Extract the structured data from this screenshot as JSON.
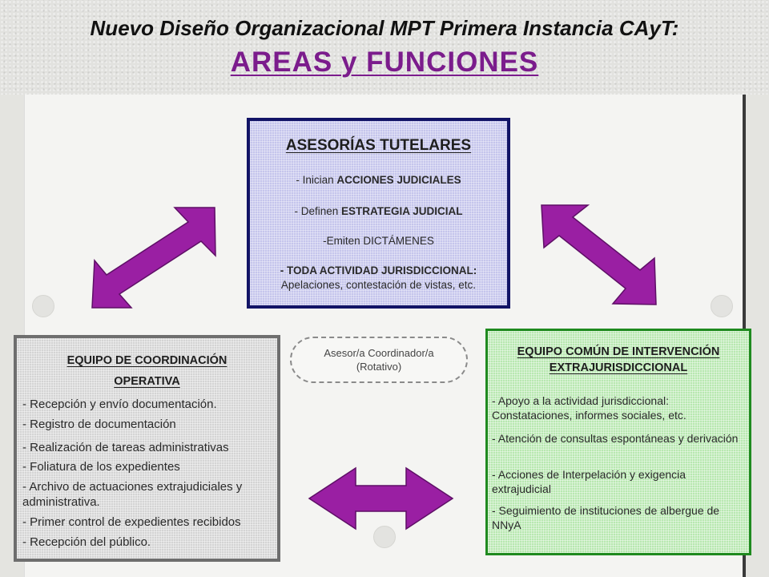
{
  "header": {
    "title": "Nuevo Diseño Organizacional MPT Primera Instancia CAyT:",
    "subtitle": "AREAS y FUNCIONES"
  },
  "asesorias": {
    "title": "ASESORÍAS TUTELARES",
    "line1_prefix": "- Inician ",
    "line1_bold": "ACCIONES JUDICIALES",
    "line2_prefix": "- Definen ",
    "line2_bold": "ESTRATEGIA JUDICIAL",
    "line3": "-Emiten DICTÁMENES",
    "line4_bold": "- TODA ACTIVIDAD JURISDICCIONAL:",
    "line5": "Apelaciones, contestación de vistas, etc."
  },
  "coordinacion": {
    "title_line1": "EQUIPO DE COORDINACIÓN",
    "title_line2": "OPERATIVA",
    "items": [
      "- Recepción y envío documentación.",
      "- Registro de documentación",
      "- Realización de tareas administrativas",
      "- Foliatura de los expedientes",
      "- Archivo de actuaciones extrajudiciales y administrativa.",
      "- Primer control de expedientes recibidos",
      "- Recepción del público."
    ]
  },
  "coordinador": {
    "line1": "Asesor/a Coordinador/a",
    "line2": "(Rotativo)"
  },
  "intervencion": {
    "title_line1": "EQUIPO COMÚN DE INTERVENCIÓN",
    "title_line2": "EXTRAJURISDICCIONAL",
    "items": [
      "- Apoyo a la actividad jurisdiccional: Constataciones, informes sociales, etc.",
      "- Atención de consultas espontáneas y derivación",
      "- Acciones de Interpelación y exigencia extrajudicial",
      "- Seguimiento de instituciones de albergue de NNyA"
    ]
  },
  "colors": {
    "arrow_fill": "#9a1fa3",
    "title_accent": "#7b1c8c",
    "top_border": "#121466",
    "top_fill": "#c5c5ec",
    "left_border": "#6e6e6e",
    "left_fill": "#d4d4d4",
    "right_border": "#1f8a1f",
    "right_fill": "#b8e8b0"
  }
}
